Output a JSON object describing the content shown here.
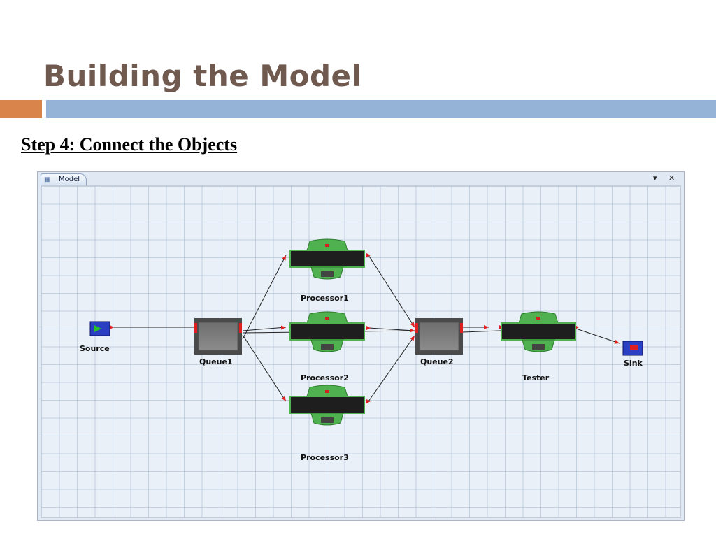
{
  "slide": {
    "title": "Building the Model",
    "step_heading": "Step 4: Connect the Objects"
  },
  "model_window": {
    "tab_label": "Model",
    "tab_icon": "grid-icon",
    "menu_glyph": "▾",
    "close_glyph": "✕"
  },
  "objects": {
    "source": "Source",
    "queue1": "Queue1",
    "processor1": "Processor1",
    "processor2": "Processor2",
    "processor3": "Processor3",
    "queue2": "Queue2",
    "tester": "Tester",
    "sink": "Sink"
  },
  "colors": {
    "title": "#705a50",
    "accent_orange": "#d9844a",
    "accent_blue": "#95b3d7",
    "processor_green": "#4fb14f",
    "port_red": "#e02020",
    "source_blue": "#2a3fc4"
  }
}
